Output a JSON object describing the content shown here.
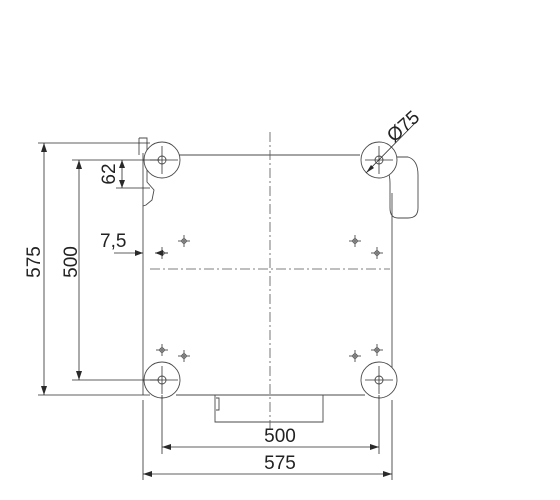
{
  "drawing": {
    "dimensions": {
      "overall_width": "575",
      "wheel_base_width": "500",
      "overall_height": "575",
      "wheel_base_height": "500",
      "offset_62": "62",
      "offset_7_5": "7,5",
      "wheel_diameter": "Ø75"
    }
  }
}
